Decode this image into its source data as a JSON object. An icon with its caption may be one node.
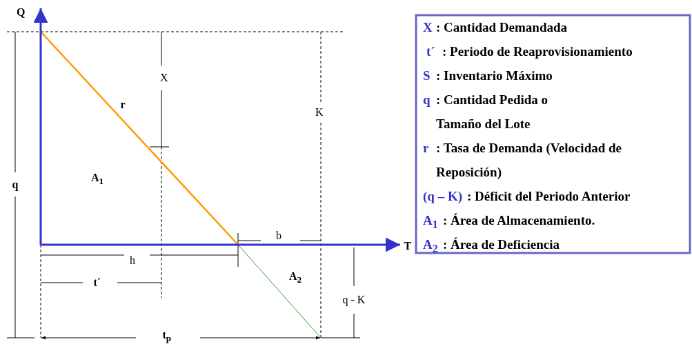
{
  "diagram": {
    "labels": [
      "Q",
      "X",
      "r",
      "K",
      "q",
      "A$_{1}$",
      "b",
      "T",
      "h",
      "A$_{2}$",
      "t´",
      "q - K",
      "t$_{p}$",
      "X",
      ": Cantidad Demandada",
      "t´",
      ": Periodo de Reaprovisionamiento",
      "S",
      ": Inventario Máximo",
      "q",
      ": Cantidad Pedida o Tamaño del Lote",
      "r",
      ": Tasa de Demanda (Velocidad de Reposición)",
      "(q – K)",
      ": Déficit del Periodo Anterior",
      "A$_{1}$",
      ": Área de Almacenamiento.",
      "A$_{2}$",
      ": Área de Deficiencia"
    ]
  }
}
